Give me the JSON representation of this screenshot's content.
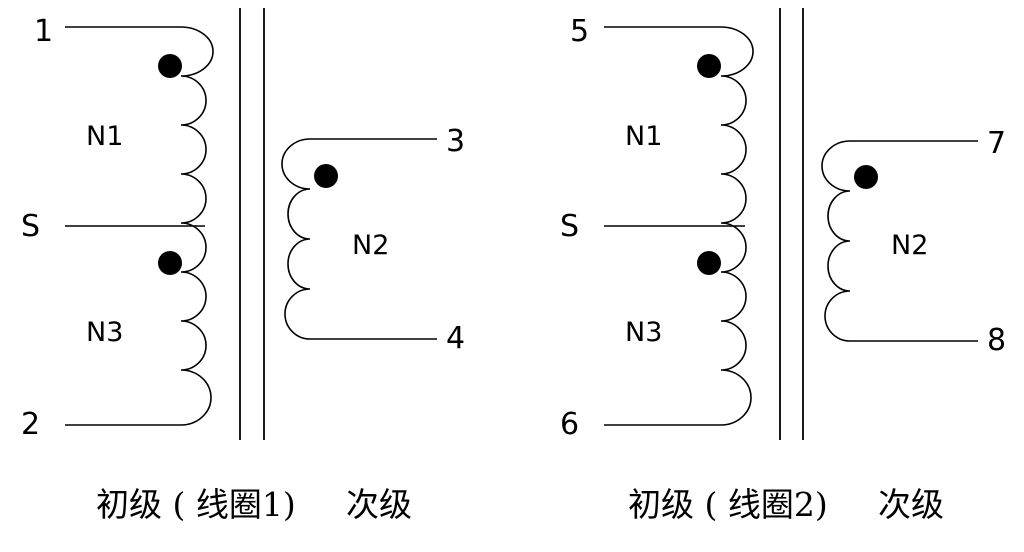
{
  "transformers": [
    {
      "pins": {
        "top": "1",
        "center_tap": "S",
        "bottom": "2",
        "sec_top": "3",
        "sec_bottom": "4"
      },
      "windings": {
        "upper": "N1",
        "lower": "N3",
        "secondary": "N2"
      },
      "caption_primary": "初级 ( 线圈1)",
      "caption_secondary": "次级"
    },
    {
      "pins": {
        "top": "5",
        "center_tap": "S",
        "bottom": "6",
        "sec_top": "7",
        "sec_bottom": "8"
      },
      "windings": {
        "upper": "N1",
        "lower": "N3",
        "secondary": "N2"
      },
      "caption_primary": "初级 ( 线圈2)",
      "caption_secondary": "次级"
    }
  ]
}
